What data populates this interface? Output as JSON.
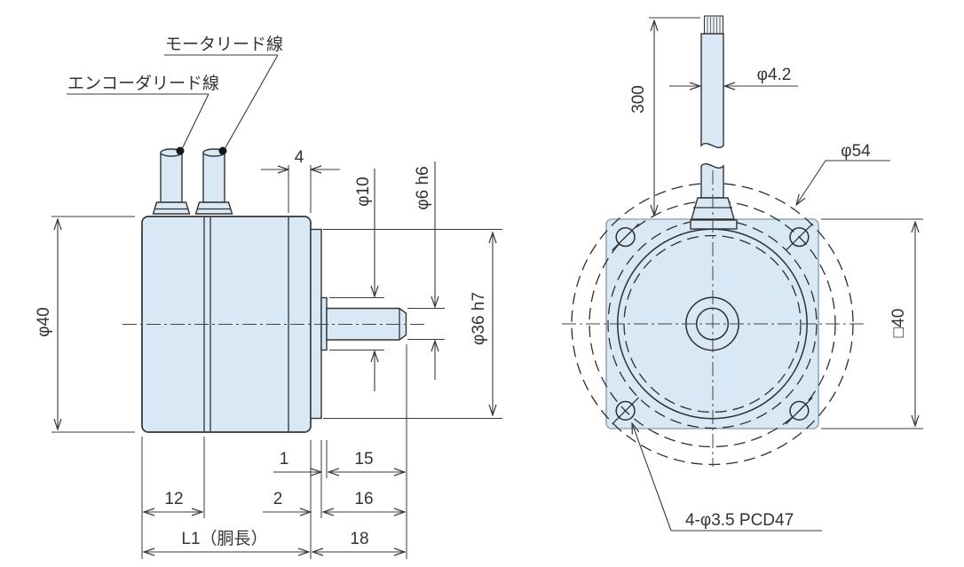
{
  "drawing": {
    "type": "technical-outline-drawing",
    "views": [
      "side-view",
      "front-view"
    ]
  },
  "colors": {
    "part_fill": "#d8e9f5",
    "outline": "#333333",
    "flange_outline": "#93aaba",
    "dimension_line": "#3a3a3a",
    "text": "#333333",
    "background": "#ffffff"
  },
  "side_view": {
    "labels": {
      "motor_lead": "モータリード線",
      "encoder_lead": "エンコーダリード線"
    },
    "dimensions": {
      "flange_thickness": "4",
      "collar_dia": "φ10",
      "shaft_dia": "φ6 h6",
      "body_dia": "φ40",
      "boss_dia": "φ36 h7",
      "collar_length": "1",
      "shaft_length": "15",
      "encoder_length": "12",
      "boss_height": "2",
      "shaft_total_length": "16",
      "body_length": "L1（胴長）",
      "total_protrusion": "18"
    }
  },
  "front_view": {
    "dimensions": {
      "cable_dia": "φ4.2",
      "cable_length": "300",
      "max_dia": "φ54",
      "flange_size": "□40",
      "mounting_holes": "4-φ3.5 PCD47"
    }
  }
}
